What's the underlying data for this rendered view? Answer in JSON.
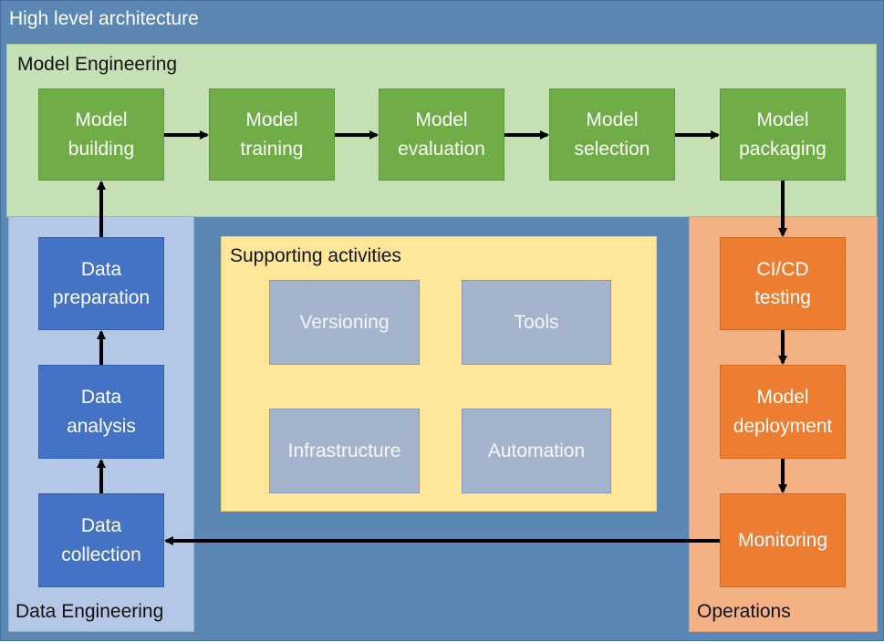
{
  "title": "High level architecture",
  "model_engineering": {
    "label": "Model Engineering",
    "steps": [
      "Model\nbuilding",
      "Model\ntraining",
      "Model\nevaluation",
      "Model\nselection",
      "Model\npackaging"
    ]
  },
  "data_engineering": {
    "label": "Data Engineering",
    "steps": [
      "Data\npreparation",
      "Data\nanalysis",
      "Data\ncollection"
    ]
  },
  "operations": {
    "label": "Operations",
    "steps": [
      "CI/CD\ntesting",
      "Model\ndeployment",
      "Monitoring"
    ]
  },
  "supporting": {
    "label": "Supporting activities",
    "items": [
      "Versioning",
      "Tools",
      "Infrastructure",
      "Automation"
    ]
  },
  "colors": {
    "background": "#5b87b4",
    "model_engineering": "#c5e0b4",
    "data_engineering": "#b4c7e7",
    "operations": "#f4b183",
    "supporting": "#ffe699",
    "green_box": "#70ad47",
    "blue_box": "#4472c4",
    "orange_box": "#ed7d31",
    "gray_box": "#a5b4cd"
  }
}
